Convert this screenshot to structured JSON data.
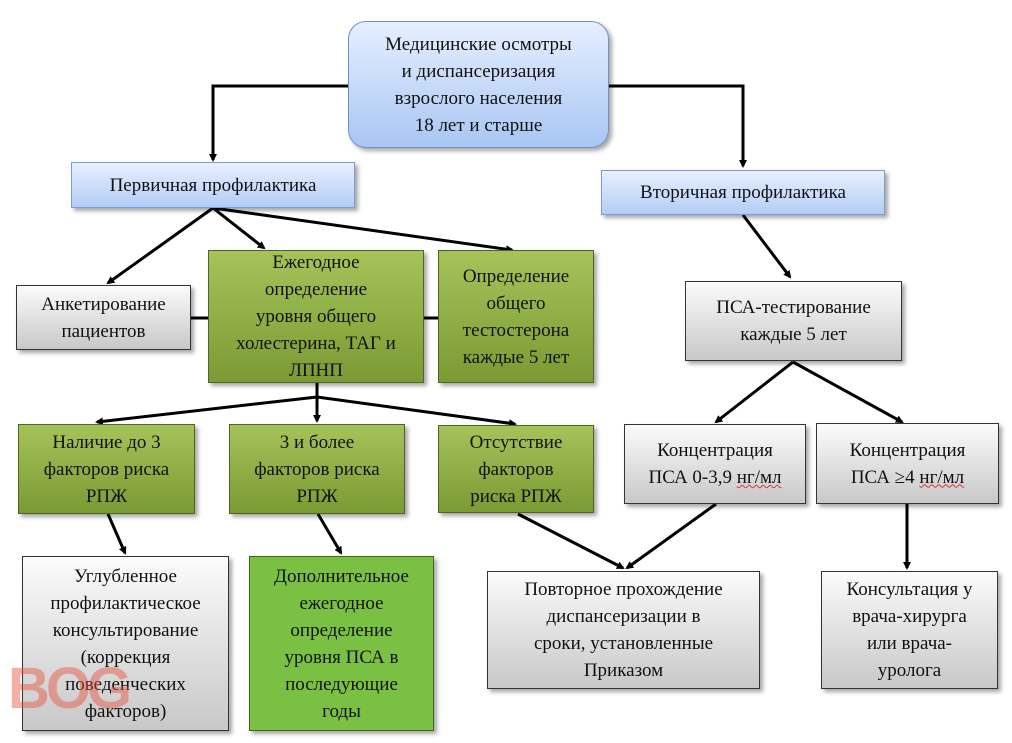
{
  "nodes": {
    "root": "Медицинские осмотры\nи диспансеризация\nвзрослого населения\n18 лет и старше",
    "primary": "Первичная профилактика",
    "secondary": "Вторичная профилактика",
    "survey": "Анкетирование\nпациентов",
    "cholesterol": "Ежегодное\nопределение\nуровня общего\nхолестерина, ТАГ и\nЛПНП",
    "testosterone": "Определение\nобщего\nтестостерона\nкаждые 5 лет",
    "psa_test": "ПСА-тестирование\nкаждые 5 лет",
    "risk_up_to_3": "Наличие до 3\nфакторов риска\nРПЖ",
    "risk_3_plus": "3 и более\nфакторов риска\nРПЖ",
    "risk_none": "Отсутствие\nфакторов\nриска РПЖ",
    "psa_low_line1": "Концентрация",
    "psa_low_line2a": "ПСА 0-3,9 ",
    "psa_low_unit": "нг/мл",
    "psa_high_line1": "Концентрация",
    "psa_high_line2a": "ПСА ≥4 ",
    "psa_high_unit": "нг/мл",
    "counseling": "Углубленное\nпрофилактическое\nконсультирование\n(коррекция\nповеденческих\nфакторов)",
    "annual_psa": "Дополнительное\nежегодное\nопределение\nуровня ПСА в\nпоследующие\nгоды",
    "repeat": "Повторное прохождение\nдиспансеризации в\nсроки, установленные\nПриказом",
    "consult_surgeon": "Консультация у\nврача-хирурга\nили врача-\nуролога"
  },
  "watermark": "BOG"
}
